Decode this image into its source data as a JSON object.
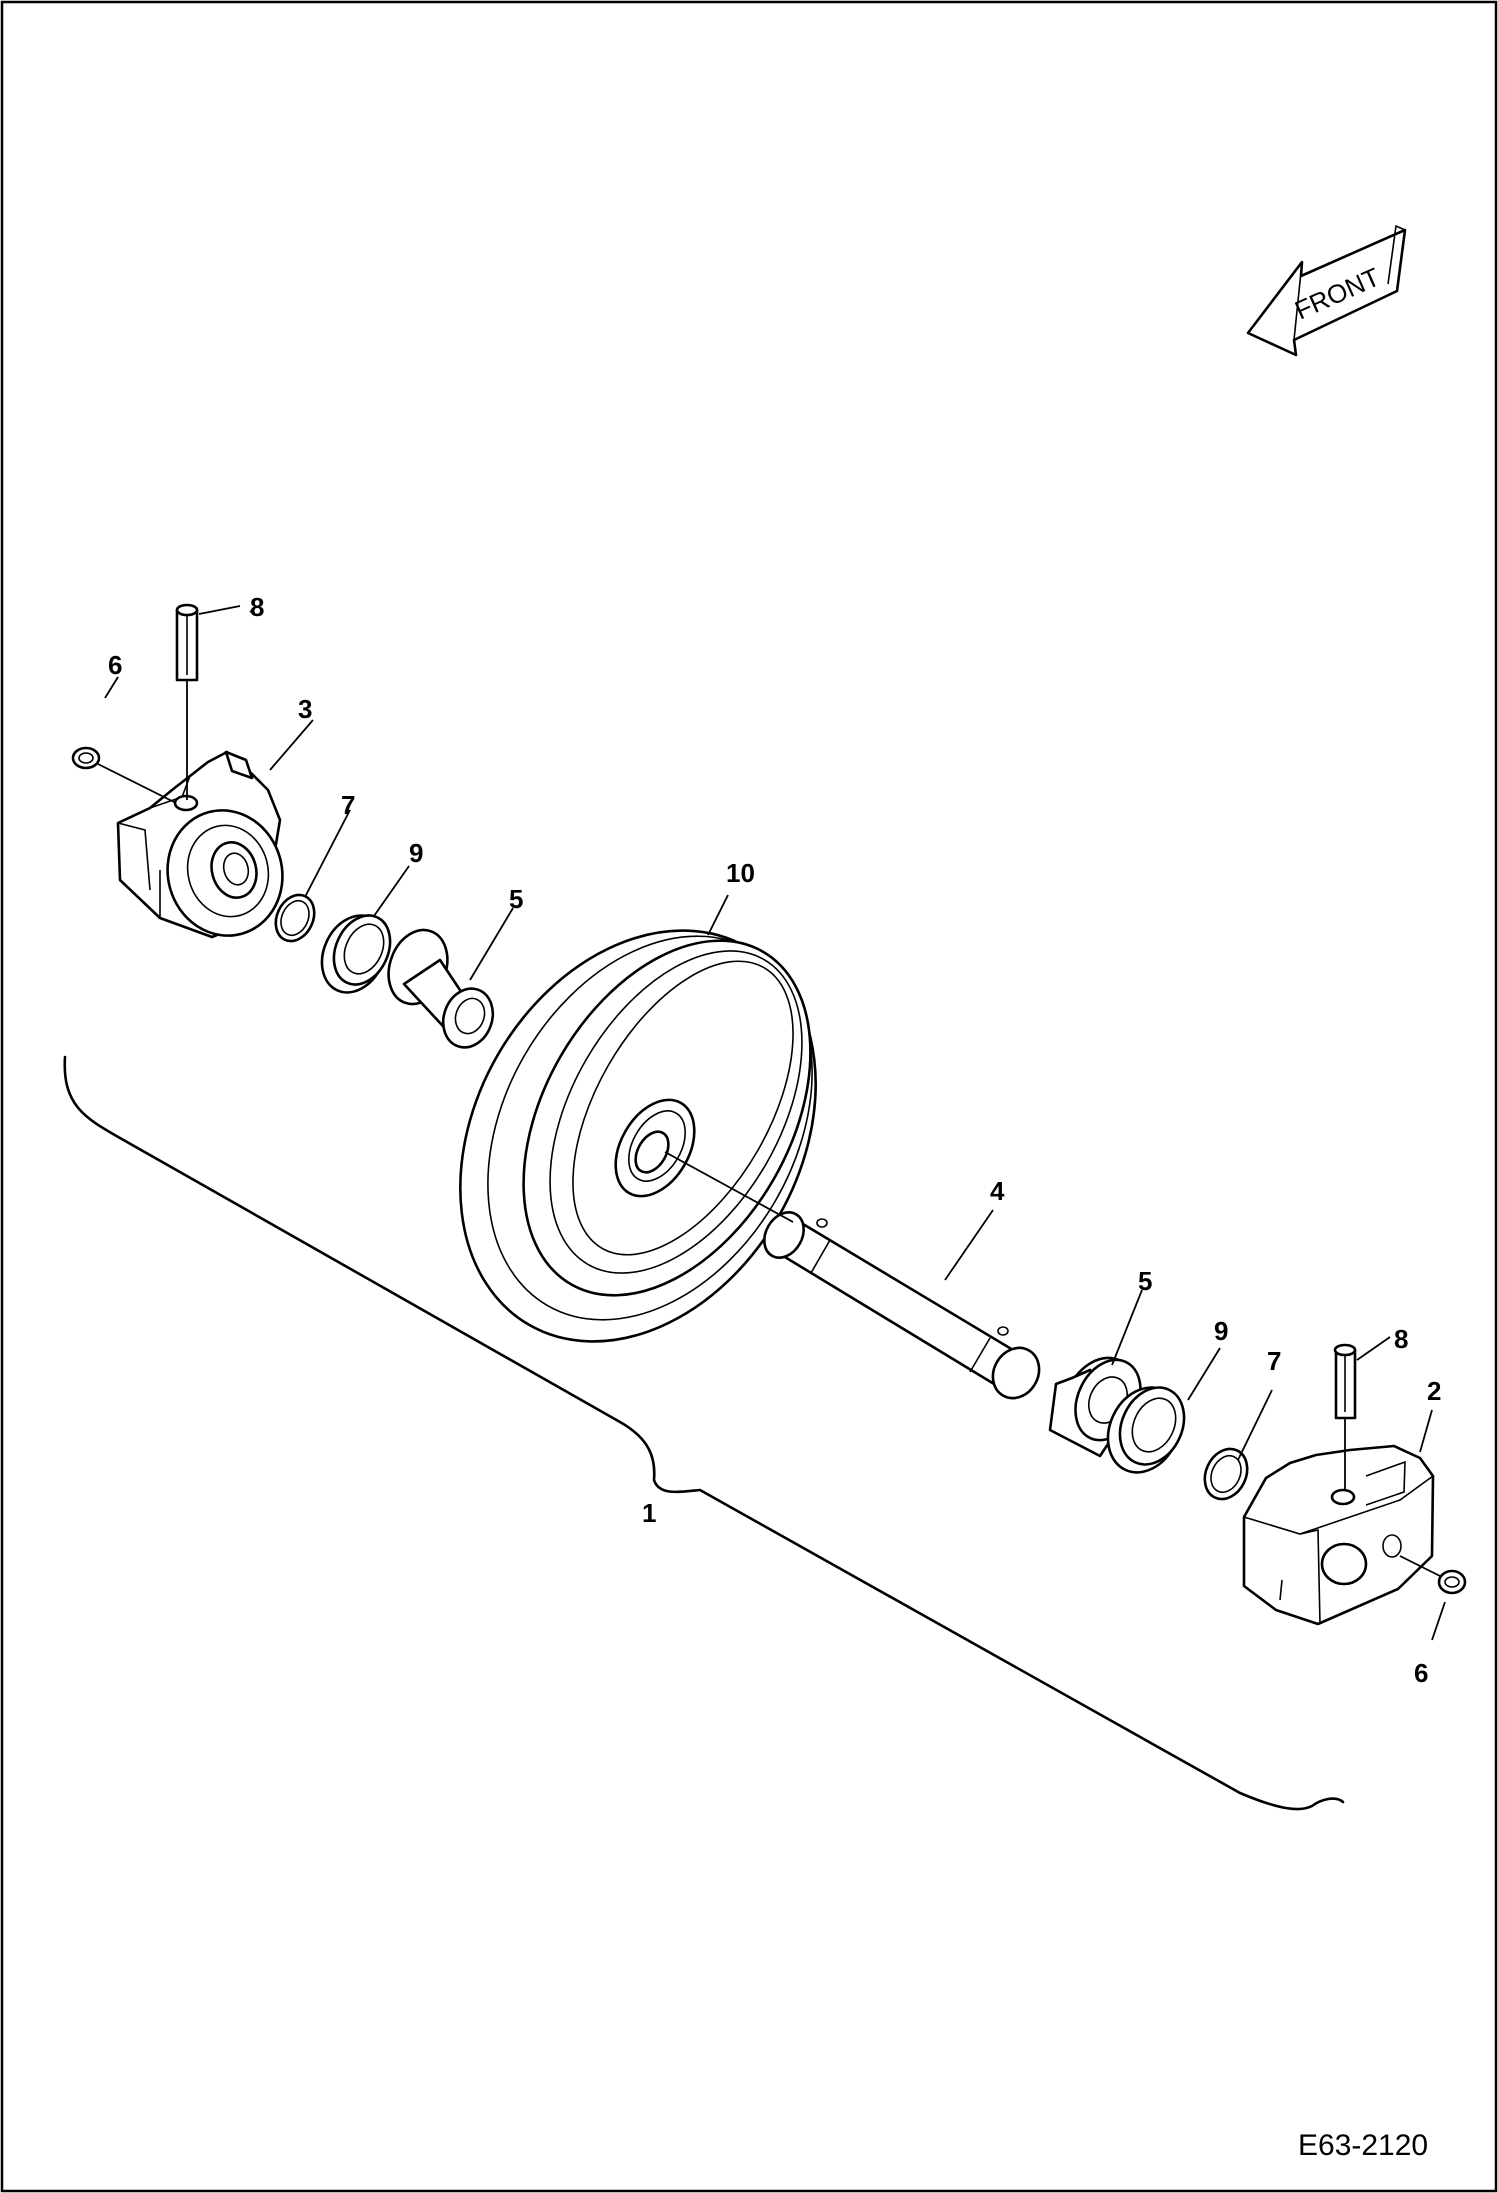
{
  "drawing": {
    "front_label": "FRONT",
    "code": "E63-2120",
    "border_color": "#000000",
    "background_color": "#ffffff"
  },
  "callouts": {
    "c1": "1",
    "c2": "2",
    "c3": "3",
    "c4": "4",
    "c5a": "5",
    "c5b": "5",
    "c6a": "6",
    "c6b": "6",
    "c7a": "7",
    "c7b": "7",
    "c8a": "8",
    "c8b": "8",
    "c9a": "9",
    "c9b": "9",
    "c10": "10"
  }
}
